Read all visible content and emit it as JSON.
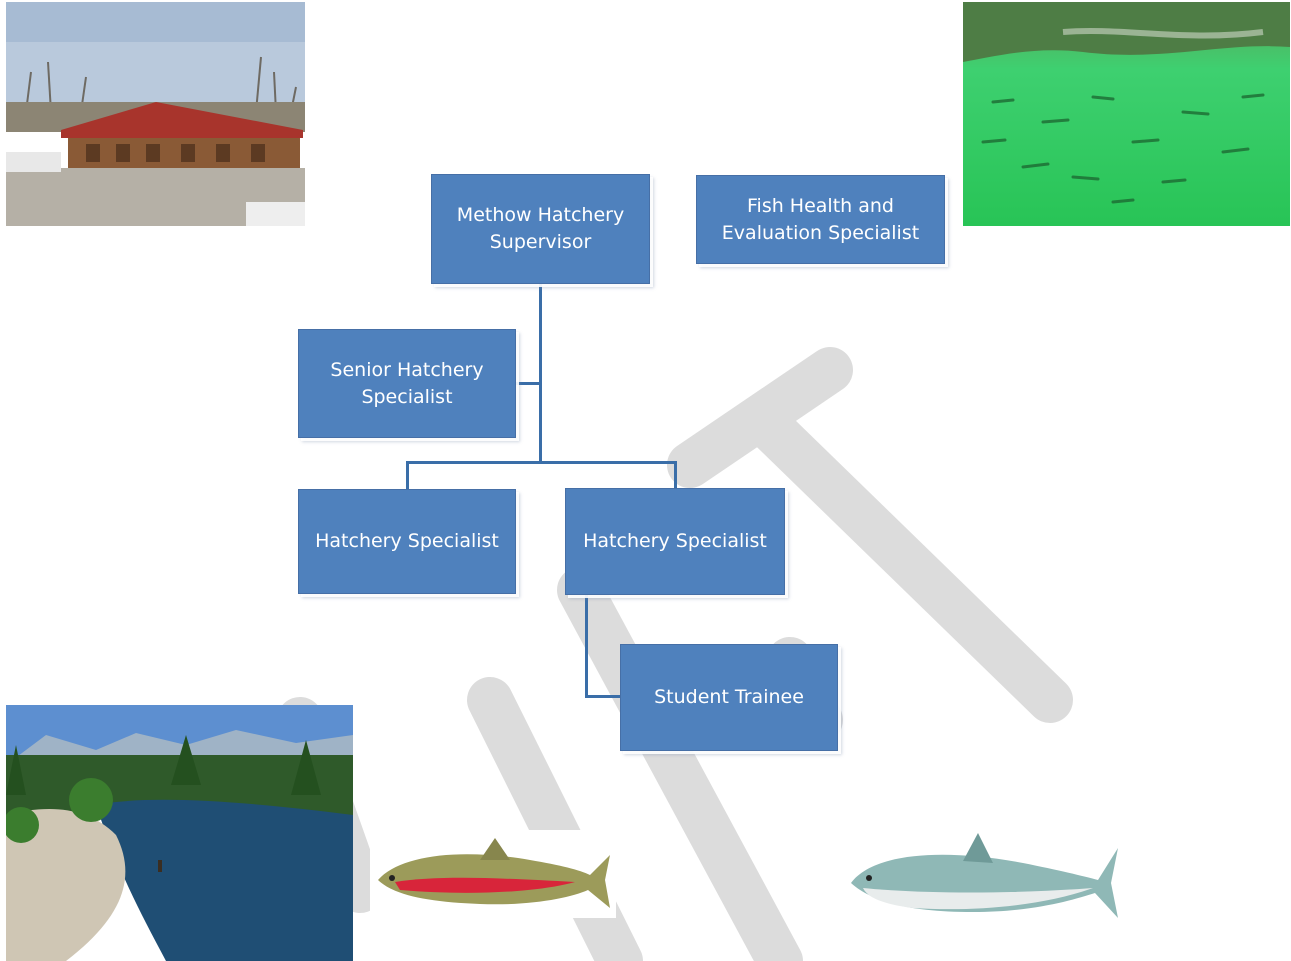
{
  "org_chart": {
    "supervisor": "Methow Hatchery\nSupervisor",
    "fish_health": "Fish Health and\nEvaluation Specialist",
    "senior_specialist": "Senior Hatchery\nSpecialist",
    "specialist_left": "Hatchery Specialist",
    "specialist_right": "Hatchery Specialist",
    "student_trainee": "Student Trainee"
  },
  "colors": {
    "box_fill": "#4f81bd",
    "connector": "#3a6ea8",
    "box_text": "#ffffff",
    "watermark": "#d9d9d9"
  },
  "images": {
    "hatchery_building": "photo of hatchery building with red roof",
    "fish_pond": "photo of fish in green water",
    "river": "photo of river with angler",
    "steelhead": "steelhead trout illustration",
    "salmon": "chinook salmon illustration"
  }
}
